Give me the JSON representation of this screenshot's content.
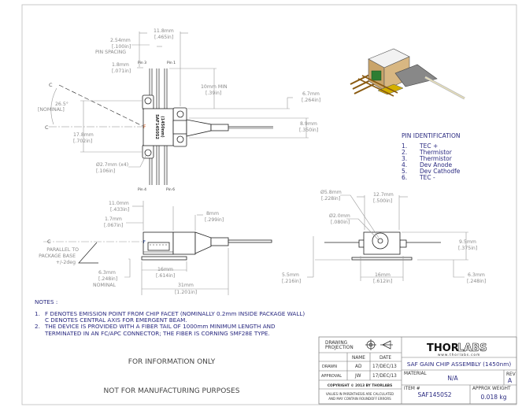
{
  "top_view": {
    "pin_spacing": {
      "mm": "2.54mm",
      "in": "[.100in]",
      "label": "PIN SPACING"
    },
    "width_total": {
      "mm": "11.8mm",
      "in": "[.465in]"
    },
    "pin_offset": {
      "mm": "1.8mm",
      "in": "[.071in]"
    },
    "pin_length": {
      "mm": "10mm MIN",
      "in": "[.39in]"
    },
    "flange_height": {
      "mm": "17.8mm",
      "in": "[.702in]"
    },
    "hole_diameter": {
      "mm": "Ø2.7mm (x4)",
      "in": "[.106in]"
    },
    "right_offset": {
      "mm": "6.7mm",
      "in": "[.264in]"
    },
    "fiber_spacing": {
      "mm": "8.9mm",
      "in": "[.350in]"
    },
    "angle": {
      "value": "26.5°",
      "note": "[NOMINAL]"
    },
    "axis_c": "C",
    "point_f": "F",
    "pin_labels": [
      "Pin 3",
      "Pin 1",
      "Pin 4",
      "Pin 6"
    ],
    "package_text": [
      "SAF1450S2",
      "(1450nm)"
    ]
  },
  "side_view": {
    "width": {
      "mm": "11.0mm",
      "in": "[.433in]"
    },
    "offset": {
      "mm": "1.7mm",
      "in": "[.067in]"
    },
    "nose": {
      "mm": "8mm",
      "in": "[.299in]"
    },
    "height": {
      "mm": "6.3mm",
      "in": "[.248in]",
      "note": "NOMINAL"
    },
    "base": {
      "mm": "16mm",
      "in": "[.614in]"
    },
    "length": {
      "mm": "31mm",
      "in": "[1.201in]"
    },
    "axis_c": "C",
    "point_f": "F",
    "parallel_note": [
      "PARALLEL TO",
      "PACKAGE BASE",
      "+/-2deg"
    ]
  },
  "end_view": {
    "outer_dia": {
      "mm": "Ø5.8mm",
      "in": "[.228in]"
    },
    "inner_dia": {
      "mm": "Ø2.0mm",
      "in": "[.080in]"
    },
    "width": {
      "mm": "12.7mm",
      "in": "[.500in]"
    },
    "height": {
      "mm": "9.5mm",
      "in": "[.375in]"
    },
    "lead_height": {
      "mm": "5.5mm",
      "in": "[.216in]"
    },
    "base": {
      "mm": "16mm",
      "in": "[.612in]"
    },
    "axis_height": {
      "mm": "6.3mm",
      "in": "[.248in]"
    }
  },
  "pin_identification": {
    "title": "PIN IDENTIFICATION",
    "pins": [
      {
        "num": "1.",
        "name": "TEC +"
      },
      {
        "num": "2.",
        "name": "Thermistor"
      },
      {
        "num": "3.",
        "name": "Thermistor"
      },
      {
        "num": "4.",
        "name": "Dev Anode"
      },
      {
        "num": "5.",
        "name": "Dev Cathodfe"
      },
      {
        "num": "6.",
        "name": "TEC -"
      }
    ]
  },
  "notes": {
    "title": "NOTES :",
    "items": [
      {
        "num": "1.",
        "lines": [
          "F DENOTES EMISSION POINT FROM CHIP FACET (NOMINALLY 0.2mm INSIDE PACKAGE WALL)",
          "C DENOTES CENTRAL AXIS FOR EMERGENT BEAM."
        ]
      },
      {
        "num": "2.",
        "lines": [
          "THE DEVICE IS PROVIDED WITH A FIBER TAIL OF 1000mm MINIMUM LENGTH AND",
          "TERMINATED IN AN FC/APC CONNECTOR; THE FIBER IS CORNING SMF28E TYPE."
        ]
      }
    ]
  },
  "disclaimer": [
    "FOR INFORMATION ONLY",
    "NOT FOR MANUFACTURING PURPOSES"
  ],
  "title_block": {
    "projection_label": [
      "DRAWING",
      "PROJECTION"
    ],
    "headers": {
      "name": "NAME",
      "date": "DATE"
    },
    "drawn": {
      "label": "DRAWN",
      "name": "AD",
      "date": "17/DEC/13"
    },
    "approval": {
      "label": "APPROVAL",
      "name": "JW",
      "date": "17/DEC/13"
    },
    "copyright": "COPYRIGHT © 2013 BY THORLABS",
    "values_note": [
      "VALUES IN PARENTHESIS ARE CALCULATED",
      "AND MAY CONTAIN ROUNDOFF ERRORS"
    ],
    "logo": {
      "thor": "THOR",
      "labs": "LABS",
      "url": "www.thorlabs.com"
    },
    "title": "SAF GAIN CHIP ASSEMBLY (1450nm)",
    "material_label": "MATERIAL",
    "material": "N/A",
    "rev_label": "REV",
    "rev": "A",
    "item_label": "ITEM #",
    "item": "SAF1450S2",
    "weight_label": "APPROX WEIGHT",
    "weight": "0.018 kg"
  }
}
